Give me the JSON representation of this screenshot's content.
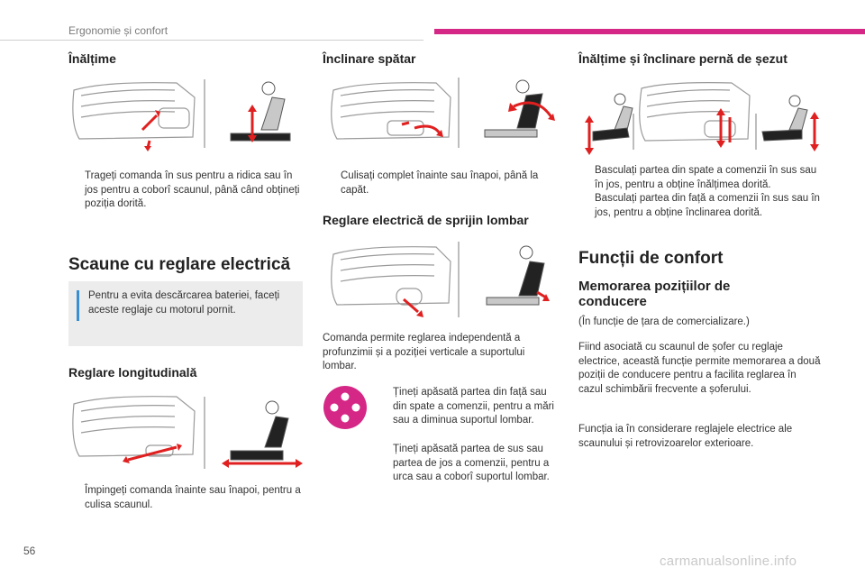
{
  "header": {
    "section": "Ergonomie și confort",
    "accent_color": "#d52786"
  },
  "col1": {
    "h_height": "Înălțime",
    "height_bullet": "Trageți comanda în sus pentru a ridica sau în jos pentru a coborî scaunul, până când obțineți poziția dorită.",
    "h_electric": "Scaune cu reglare electrică",
    "note": "Pentru a evita descărcarea bateriei, faceți aceste reglaje cu motorul pornit.",
    "h_longitudinal": "Reglare longitudinală",
    "longitudinal_bullet": "Împingeți comanda înainte sau înapoi, pentru a culisa scaunul."
  },
  "col2": {
    "h_recline": "Înclinare spătar",
    "recline_bullet": "Culisați complet înainte sau înapoi, până la capăt.",
    "h_lumbar": "Reglare electrică de sprijin lombar",
    "lumbar_intro": "Comanda permite reglarea independentă a profunzimii și a poziției verticale a suportului lombar.",
    "lumbar_bullets": [
      "Țineți apăsată partea din față sau din spate a comenzii, pentru a mări sau a diminua suportul lombar.",
      "Țineți apăsată partea de sus sau partea de jos a comenzii, pentru a urca sau a coborî suportul lombar."
    ]
  },
  "col3": {
    "h_cushion": "Înălțime și înclinare pernă de șezut",
    "cushion_bullets": [
      "Basculați partea din spate a comenzii în sus sau în jos, pentru a obține înălțimea dorită.",
      "Basculați partea din față a comenzii în sus sau în jos, pentru a obține înclinarea dorită."
    ],
    "h_comfort": "Funcții de confort",
    "h_memory": "Memorarea pozițiilor de conducere",
    "memory_p1": "(În funcție de țara de comercializare.)",
    "memory_p2": "Fiind asociată cu scaunul de șofer cu reglaje electrice, această funcție permite memorarea a două poziții de conducere pentru a facilita reglarea în cazul schimbării frecvente a șoferului.",
    "memory_p3": "Funcția ia în considerare reglajele electrice ale scaunului și retrovizoarelor exterioare."
  },
  "bullet_marker": "",
  "page_number": "56",
  "watermark": "carmanualsonline.info",
  "colors": {
    "arrow": "#e02020",
    "note_bar": "#3a8fd0",
    "note_bg": "#ececec"
  }
}
